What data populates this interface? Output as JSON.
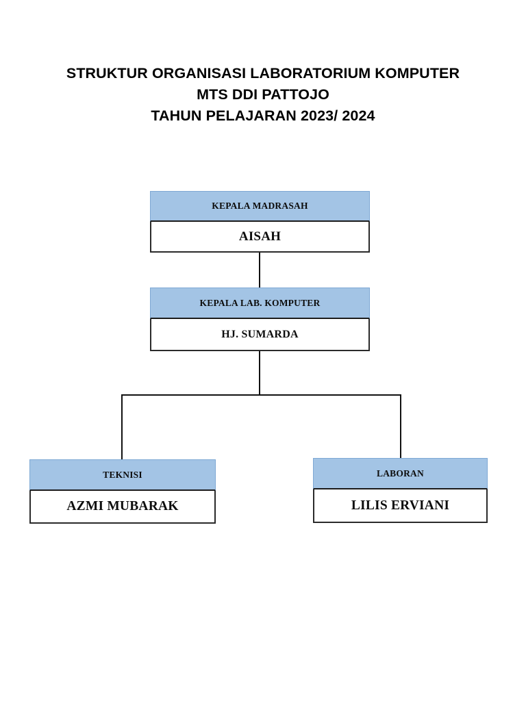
{
  "document": {
    "title_lines": [
      "STRUKTUR ORGANISASI LABORATORIUM KOMPUTER",
      "MTS DDI PATTOJO",
      "TAHUN PELAJARAN 2023/ 2024"
    ]
  },
  "colors": {
    "header_fill": "#a3c4e5",
    "header_border": "#7ea8d4",
    "body_border": "#2a2a2a",
    "line": "#111111",
    "text": "#0d0d0d",
    "background": "#ffffff"
  },
  "chart_data": {
    "type": "diagram",
    "diagram_type": "organizational-chart",
    "title": "STRUKTUR ORGANISASI LABORATORIUM KOMPUTER MTS DDI PATTOJO TAHUN PELAJARAN 2023/ 2024",
    "nodes": [
      {
        "id": "kepala-madrasah",
        "role": "KEPALA MADRASAH",
        "name": "AISAH",
        "level": 1,
        "parent": null
      },
      {
        "id": "kepala-lab",
        "role": "KEPALA LAB. KOMPUTER",
        "name": "HJ. SUMARDA",
        "level": 2,
        "parent": "kepala-madrasah"
      },
      {
        "id": "teknisi",
        "role": "TEKNISI",
        "name": "AZMI MUBARAK",
        "level": 3,
        "parent": "kepala-lab"
      },
      {
        "id": "laboran",
        "role": "LABORAN",
        "name": "LILIS ERVIANI",
        "level": 3,
        "parent": "kepala-lab"
      }
    ],
    "edges": [
      {
        "from": "kepala-madrasah",
        "to": "kepala-lab"
      },
      {
        "from": "kepala-lab",
        "to": "teknisi"
      },
      {
        "from": "kepala-lab",
        "to": "laboran"
      }
    ]
  }
}
